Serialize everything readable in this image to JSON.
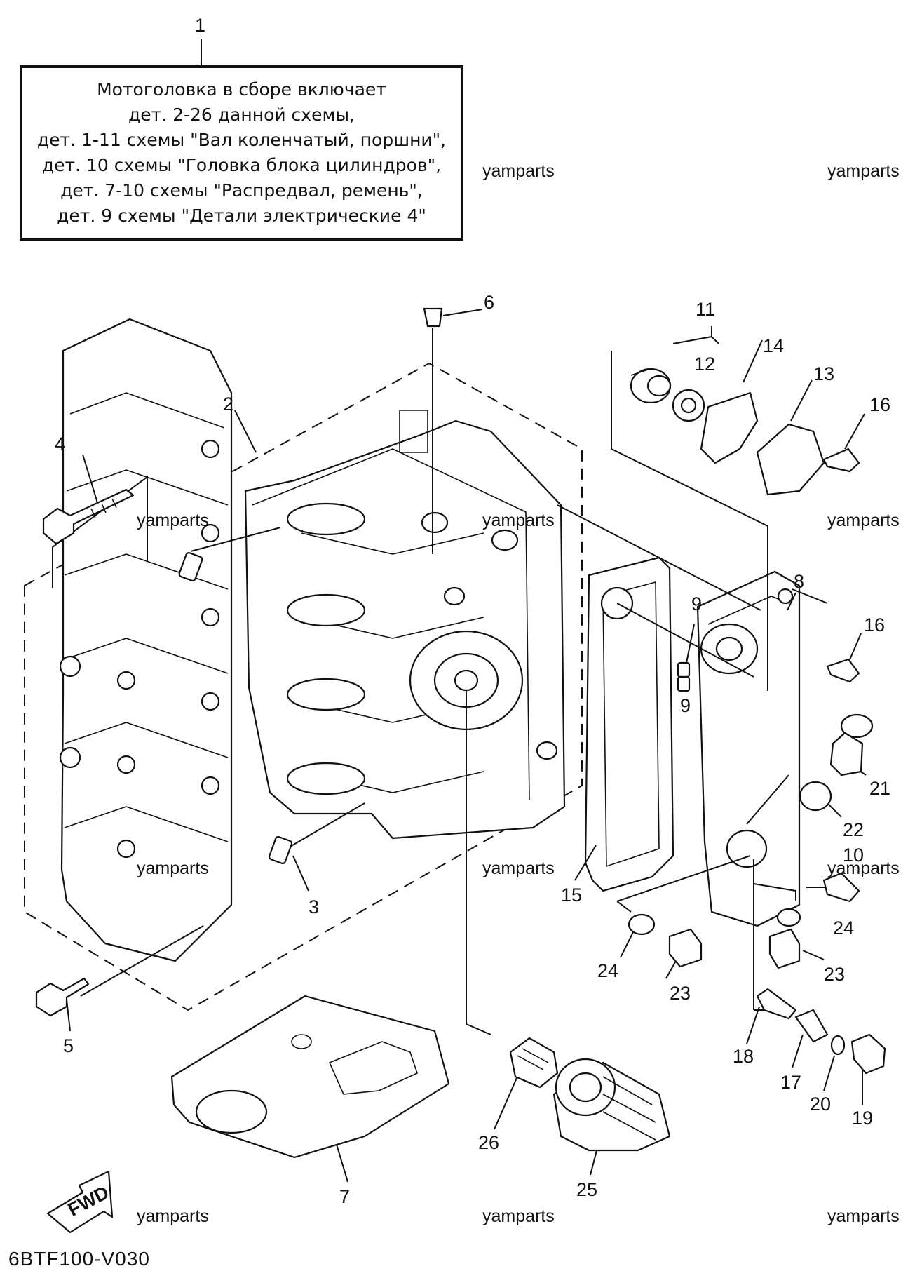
{
  "note": {
    "callout_number": "1",
    "lines": [
      "Мотоголовка в сборе включает",
      "дет. 2-26 данной схемы,",
      "дет. 1-11 схемы \"Вал коленчатый, поршни\",",
      "дет. 10 схемы \"Головка блока цилиндров\",",
      "дет. 7-10 схемы \"Распредвал, ремень\",",
      "дет. 9 схемы \"Детали электрические 4\""
    ]
  },
  "callouts": {
    "n2": "2",
    "n3": "3",
    "n4": "4",
    "n5": "5",
    "n6": "6",
    "n7": "7",
    "n8": "8",
    "n9a": "9",
    "n9b": "9",
    "n10": "10",
    "n11": "11",
    "n12": "12",
    "n13": "13",
    "n14": "14",
    "n15": "15",
    "n16a": "16",
    "n16b": "16",
    "n17": "17",
    "n18": "18",
    "n19": "19",
    "n20": "20",
    "n21": "21",
    "n22": "22",
    "n23a": "23",
    "n23b": "23",
    "n24a": "24",
    "n24b": "24",
    "n25": "25",
    "n26": "26"
  },
  "watermark": "yamparts",
  "fwd_label": "FWD",
  "diagram_code": "6BTF100-V030"
}
